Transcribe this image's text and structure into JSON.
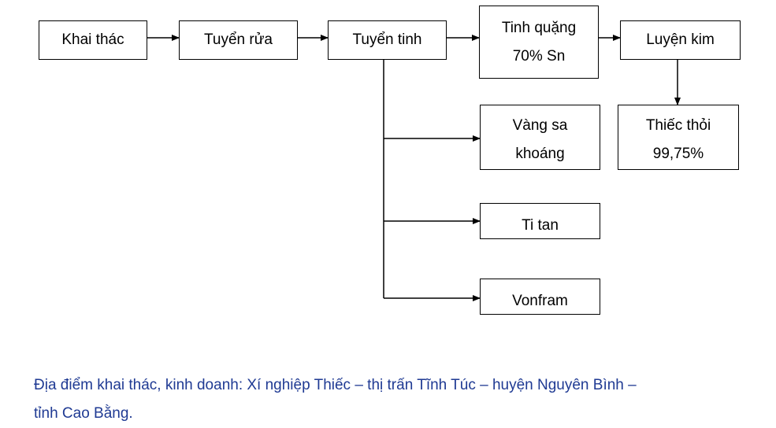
{
  "top_text_partial": "",
  "nodes": {
    "khai_thac": "Khai thác",
    "tuyen_rua": "Tuyển rửa",
    "tuyen_tinh": "Tuyển tinh",
    "tinh_quang": [
      "Tinh quặng",
      "70% Sn"
    ],
    "luyen_kim": "Luyện kim",
    "vang_sa_khoang": [
      "Vàng sa",
      "khoáng"
    ],
    "thiec_thoi": [
      "Thiếc thỏi",
      "99,75%"
    ],
    "ti_tan": "Ti tan",
    "vonfram": "Vonfram"
  },
  "caption": [
    "Địa điểm khai thác, kinh doanh: Xí nghiệp Thiếc – thị trấn Tĩnh Túc – huyện Nguyên Bình –",
    "tỉnh Cao Bằng."
  ],
  "colors": {
    "caption": "#1f3a93",
    "box_border": "#000000"
  }
}
